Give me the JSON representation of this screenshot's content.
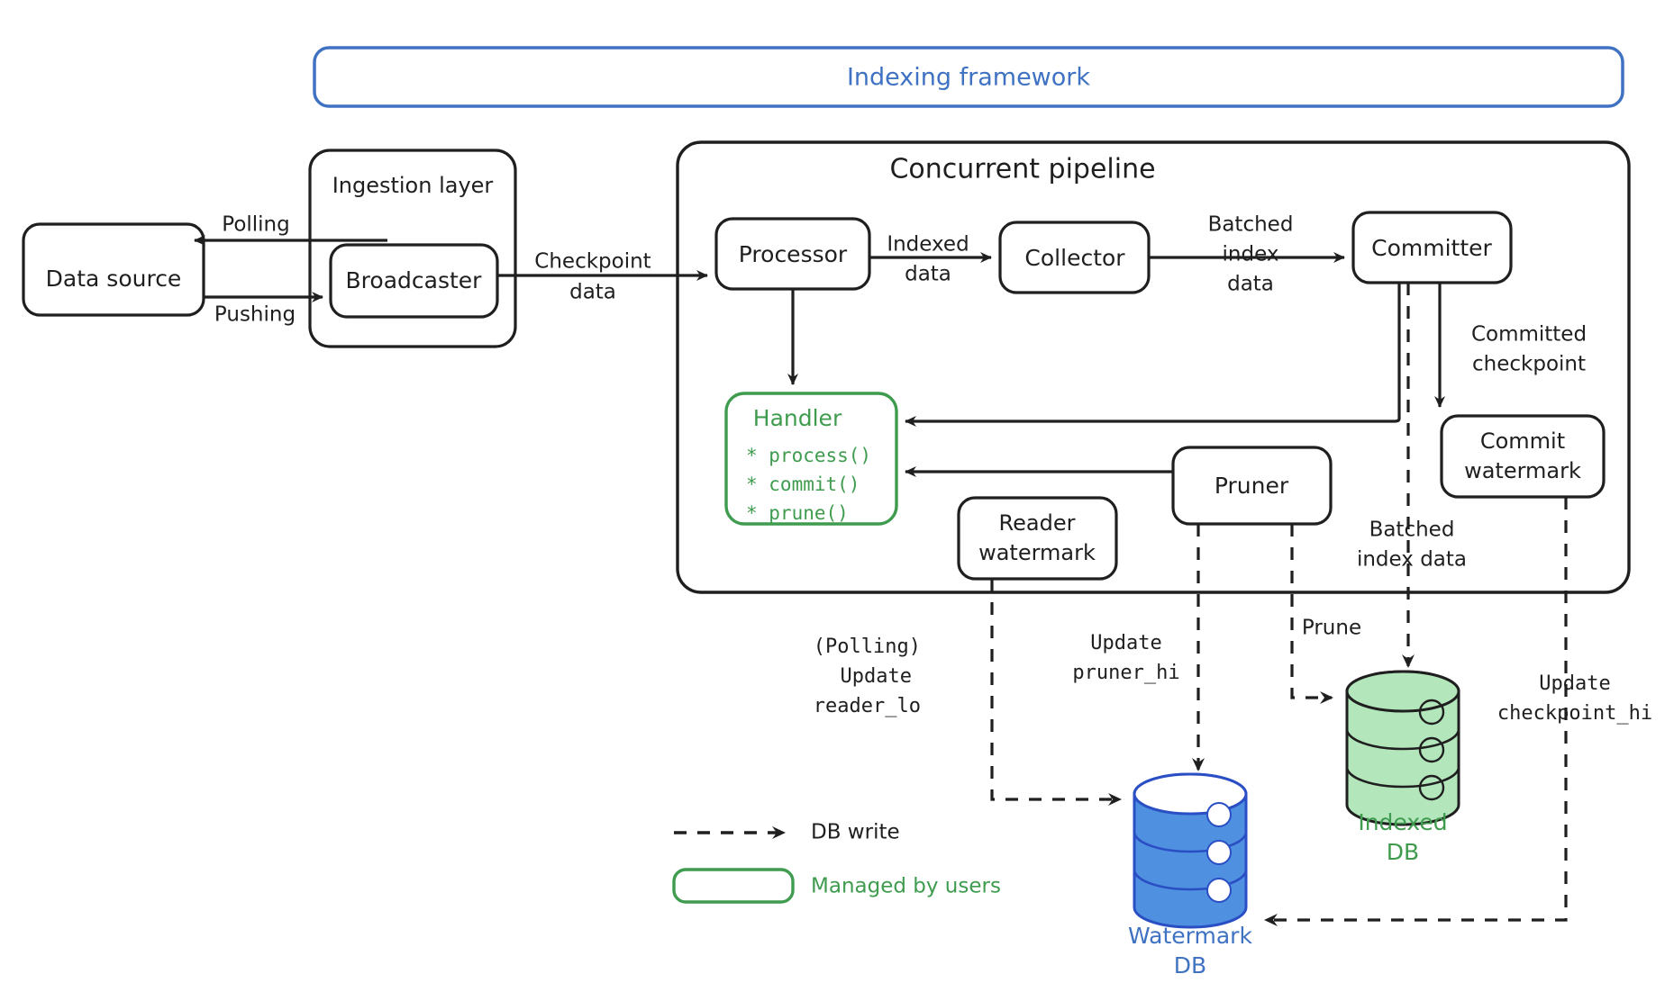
{
  "diagram": {
    "title": "Indexing framework",
    "colors": {
      "blue": "#3f72c2",
      "green": "#3f9c4f",
      "black": "#1f1f1f",
      "db_green_fill": "#b3e6bb",
      "db_blue_fill": "#4f90e0"
    },
    "frames": [
      {
        "id": "indexing-framework",
        "label": "Indexing framework",
        "color": "blue"
      },
      {
        "id": "ingestion-layer",
        "label": "Ingestion layer",
        "color": "black"
      },
      {
        "id": "concurrent-pipeline",
        "label": "Concurrent pipeline",
        "color": "black"
      }
    ],
    "nodes": [
      {
        "id": "data-source",
        "label": "Data source"
      },
      {
        "id": "broadcaster",
        "label": "Broadcaster"
      },
      {
        "id": "processor",
        "label": "Processor"
      },
      {
        "id": "collector",
        "label": "Collector"
      },
      {
        "id": "committer",
        "label": "Committer"
      },
      {
        "id": "commit-watermark",
        "label_line1": "Commit",
        "label_line2": "watermark"
      },
      {
        "id": "reader-watermark",
        "label_line1": "Reader",
        "label_line2": "watermark"
      },
      {
        "id": "pruner",
        "label": "Pruner"
      }
    ],
    "handler": {
      "title": "Handler",
      "methods": [
        "* process()",
        "* commit()",
        "* prune()"
      ]
    },
    "databases": [
      {
        "id": "indexed-db",
        "label_line1": "Indexed",
        "label_line2": "DB",
        "color": "green"
      },
      {
        "id": "watermark-db",
        "label_line1": "Watermark",
        "label_line2": "DB",
        "color": "blue"
      }
    ],
    "edge_labels": {
      "polling": "Polling",
      "pushing": "Pushing",
      "checkpoint_data_1": "Checkpoint",
      "checkpoint_data_2": "data",
      "indexed_data_1": "Indexed",
      "indexed_data_2": "data",
      "batched_index_1": "Batched",
      "batched_index_2": "index",
      "batched_index_3": "data",
      "committed_checkpoint_1": "Committed",
      "committed_checkpoint_2": "checkpoint",
      "batched_index_data_1": "Batched",
      "batched_index_data_2": "index data",
      "prune": "Prune",
      "polling_paren": "(Polling)",
      "update_reader_1": "Update",
      "update_reader_2": "reader_lo",
      "update_pruner_1": "Update",
      "update_pruner_2": "pruner_hi",
      "update_checkpoint_1": "Update",
      "update_checkpoint_2": "checkpoint_hi"
    },
    "legend": [
      {
        "id": "db-write",
        "label": "DB write",
        "style": "dashed-arrow",
        "color": "black"
      },
      {
        "id": "managed-by-users",
        "label": "Managed by users",
        "style": "green-box",
        "color": "green"
      }
    ]
  }
}
